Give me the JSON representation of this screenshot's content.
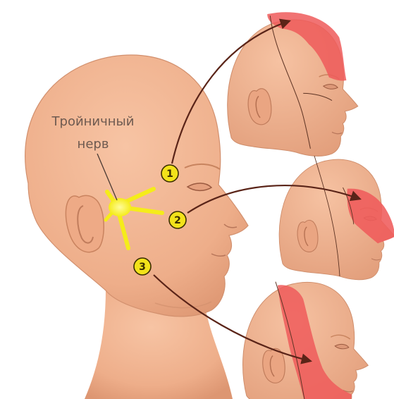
{
  "label": {
    "line1": "Тройничный",
    "line2": "нерв"
  },
  "branches": [
    {
      "number": "1"
    },
    {
      "number": "2"
    },
    {
      "number": "3"
    }
  ],
  "colors": {
    "skin": "#f0b08e",
    "skin_shadow": "#d98f6c",
    "outline": "#c07c5c",
    "nerve": "#f5ec1a",
    "zone": "#ef5b5b",
    "arrow": "#5a2418",
    "badge": "#f2e21a"
  }
}
